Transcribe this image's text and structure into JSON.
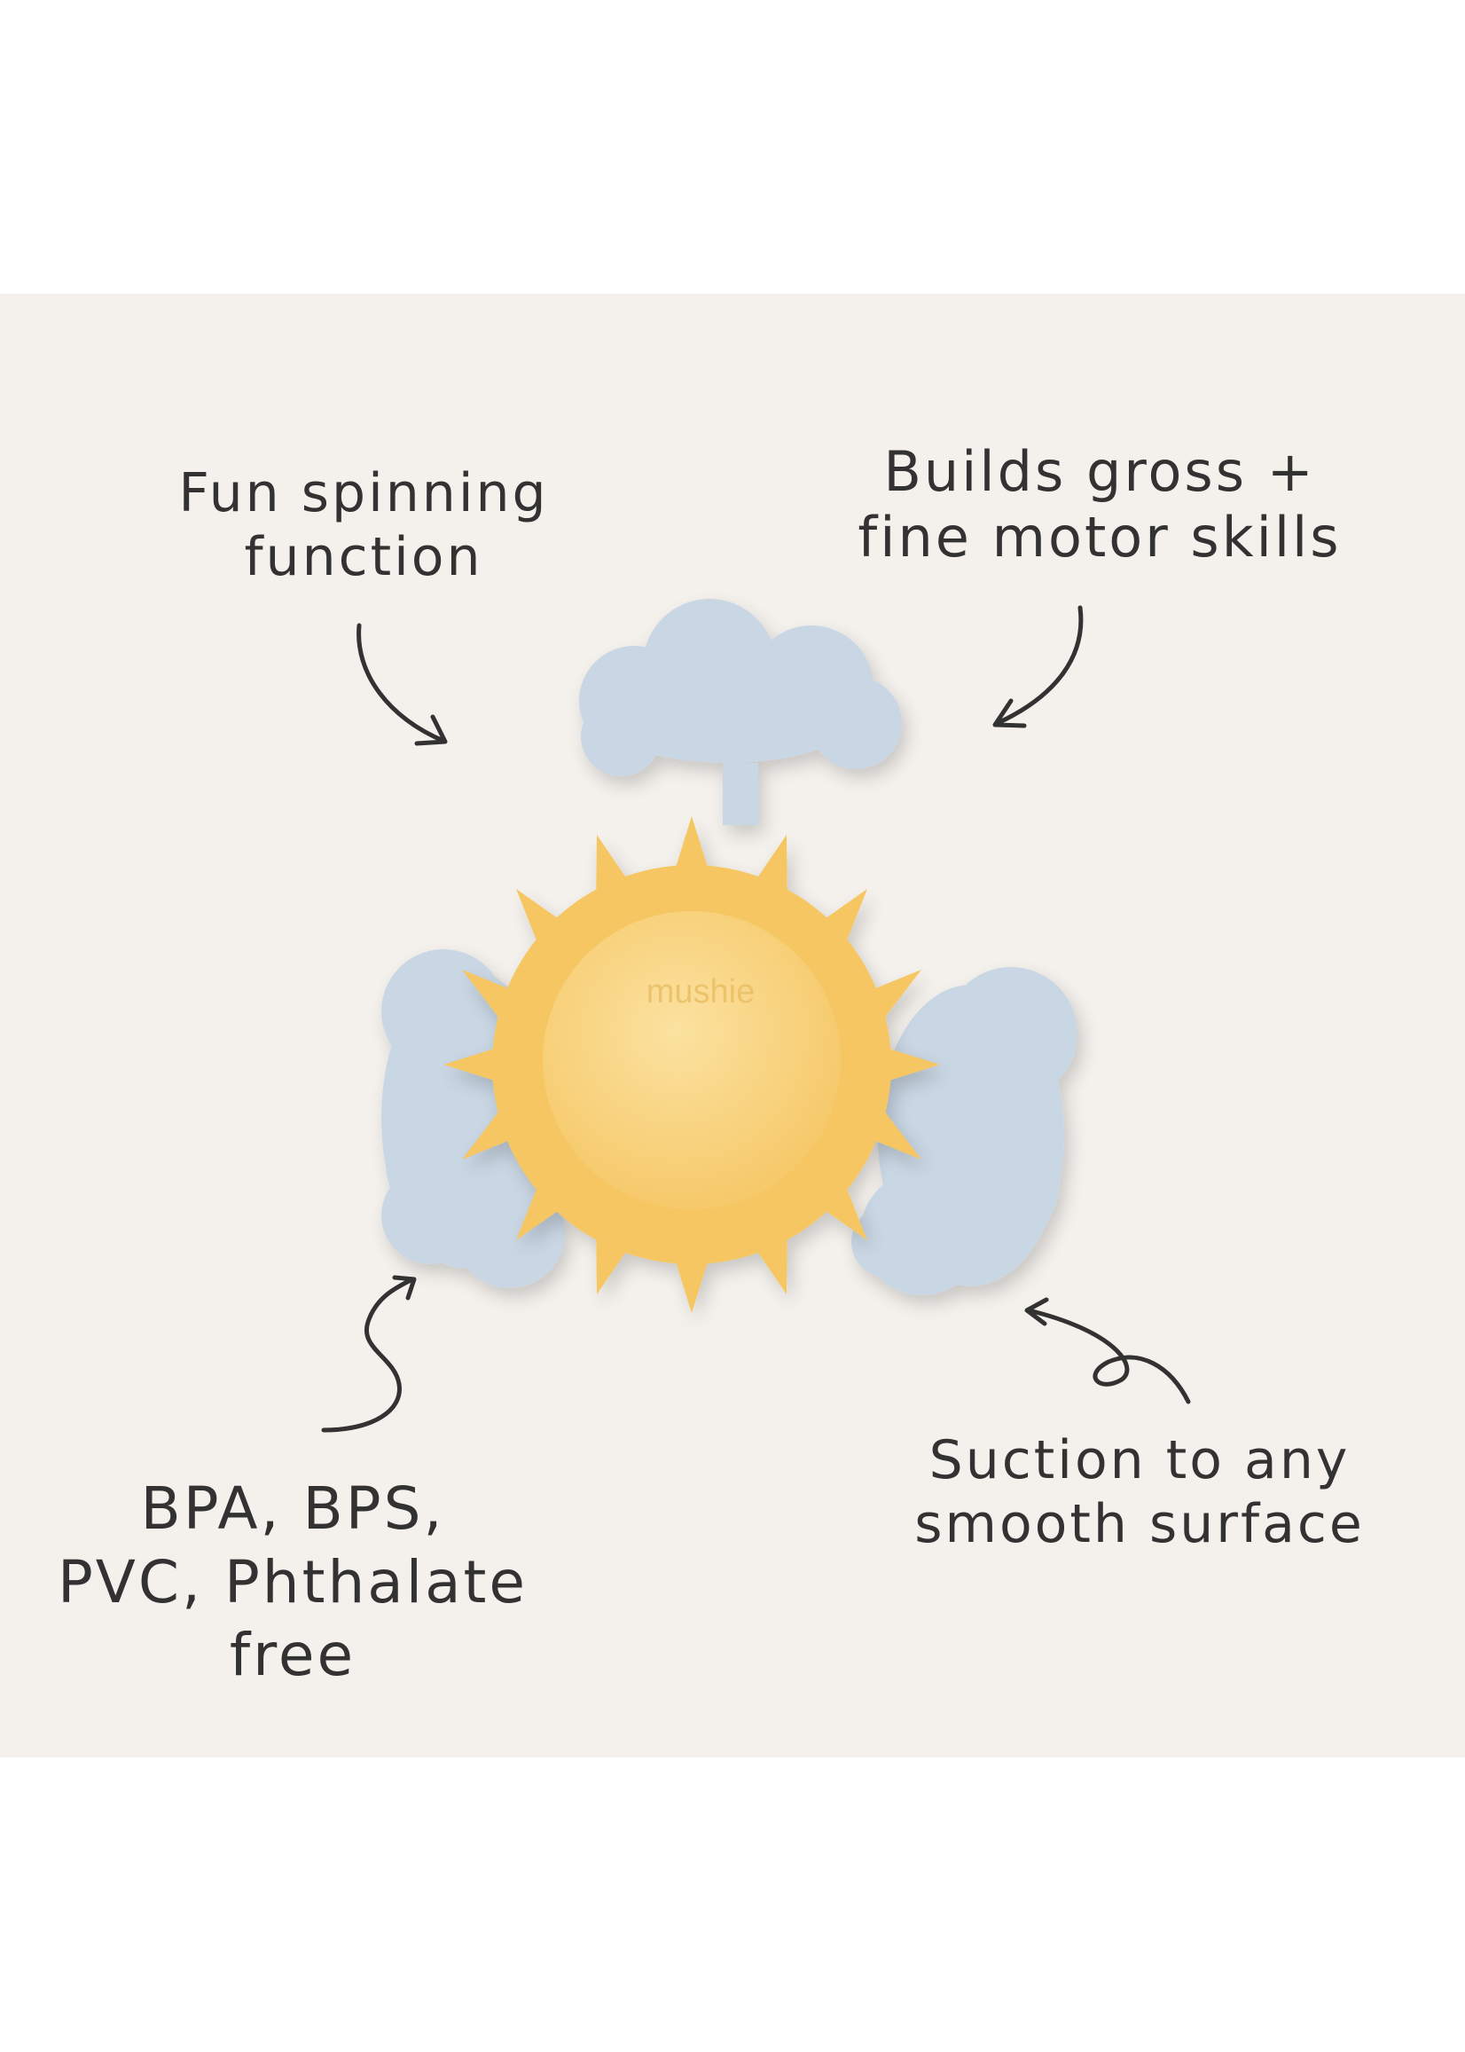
{
  "callouts": {
    "top_left": {
      "line1": "Fun spinning",
      "line2": "function"
    },
    "top_right": {
      "line1": "Builds gross +",
      "line2": "fine motor skills"
    },
    "bottom_left": {
      "line1": "BPA, BPS,",
      "line2": "PVC, Phthalate",
      "line3": "free"
    },
    "bottom_right": {
      "line1": "Suction to any",
      "line2": "smooth surface"
    }
  },
  "product": {
    "brand_emboss": "mushie",
    "icons": [
      "cloud-icon",
      "sun-icon",
      "arrow-icon"
    ]
  },
  "colors": {
    "panel_background": "#f4f1ed",
    "cloud": "#c9d6e3",
    "sun_rays": "#f6c96a",
    "sun_center": "#f8d37d",
    "ink": "#333232"
  }
}
